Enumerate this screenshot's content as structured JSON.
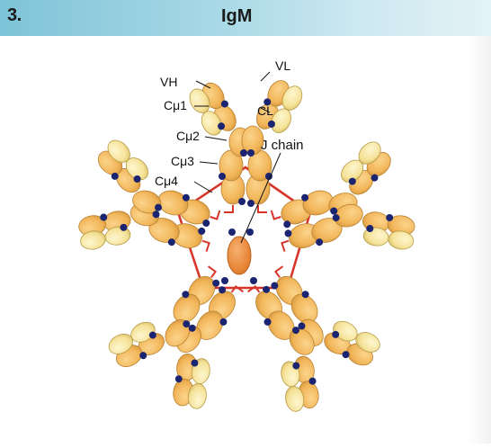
{
  "header": {
    "number": "3.",
    "title": "IgM"
  },
  "labels": {
    "vh": "VH",
    "vl": "VL",
    "cmu1": "Cμ1",
    "cl": "CL",
    "cmu2": "Cμ2",
    "cmu3": "Cμ3",
    "cmu4": "Cμ4",
    "jchain": "J chain"
  },
  "colors": {
    "heavy_chain": "#f2b65a",
    "light_chain": "#f6e39a",
    "disulfide": "#d8352a",
    "carbohydrate": "#1b2470",
    "j_chain": "#f08a3a",
    "header_left": "#7ec3d8",
    "header_right": "#e3f2f6"
  }
}
